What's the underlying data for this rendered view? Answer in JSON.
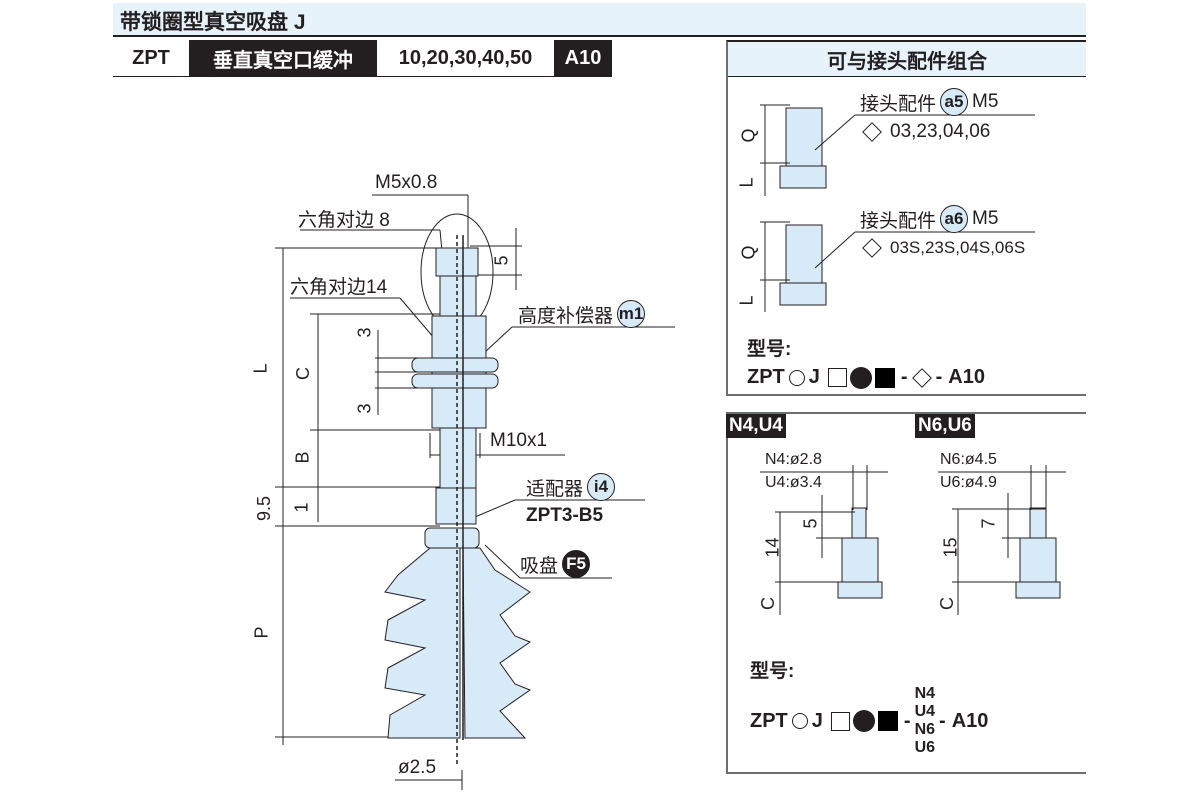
{
  "header": {
    "title": "带锁圈型真空吸盘 J",
    "spec_cells": [
      {
        "label": "ZPT",
        "style": "white"
      },
      {
        "label": "垂直真空口缓冲",
        "style": "black"
      },
      {
        "label": "10,20,30,40,50",
        "style": "white"
      },
      {
        "label": "A10",
        "style": "black"
      }
    ]
  },
  "main_drawing": {
    "labels": {
      "thread_top": "M5x0.8",
      "hex_8": "六角对边 8",
      "hex_14": "六角对边14",
      "height_comp": "高度补偿器",
      "height_comp_code": "m1",
      "thread_m10": "M10x1",
      "adapter": "适配器",
      "adapter_code": "i4",
      "adapter_part": "ZPT3-B5",
      "pad": "吸盘",
      "pad_code": "F5",
      "diameter": "ø2.5"
    },
    "dimensions": {
      "L": "L",
      "C": "C",
      "B": "B",
      "P": "P",
      "dim_5": "5",
      "dim_3_top": "3",
      "dim_3_bottom": "3",
      "dim_9_5": "9.5",
      "dim_1": "1"
    }
  },
  "fittings_panel": {
    "title": "可与接头配件组合",
    "items": [
      {
        "name": "接头配件",
        "code": "a5",
        "thread": "M5",
        "options": "03,23,04,06",
        "dim_q": "Q",
        "dim_l": "L"
      },
      {
        "name": "接头配件",
        "code": "a6",
        "thread": "M5",
        "options": "03S,23S,04S,06S",
        "dim_q": "Q",
        "dim_l": "L"
      }
    ],
    "model": {
      "label": "型号:",
      "prefix": "ZPT",
      "j": "J",
      "dash1": "-",
      "dash2": "-",
      "suffix": "A10"
    }
  },
  "barb_panel": {
    "variants": [
      {
        "tag": "N4,U4",
        "d1": "N4:ø2.8",
        "d2": "U4:ø3.4",
        "dim_short": "5",
        "dim_long": "14",
        "dim_c": "C"
      },
      {
        "tag": "N6,U6",
        "d1": "N6:ø4.5",
        "d2": "U6:ø4.9",
        "dim_short": "7",
        "dim_long": "15",
        "dim_c": "C"
      }
    ],
    "model": {
      "label": "型号:",
      "prefix": "ZPT",
      "j": "J",
      "dash1": "-",
      "options": [
        "N4",
        "U4",
        "N6",
        "U6"
      ],
      "dash2": "-",
      "suffix": "A10"
    }
  },
  "colors": {
    "part_fill": "#d6ebf7",
    "header_bg": "#e6f3fb",
    "ink": "#231f20"
  }
}
